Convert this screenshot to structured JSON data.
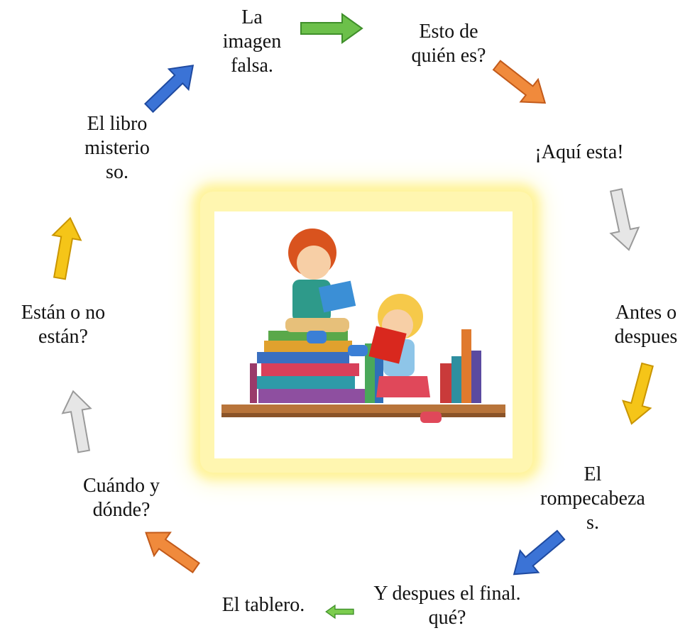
{
  "nodes": [
    {
      "id": "la-imagen-falsa",
      "text": "La\nimagen\nfalsa."
    },
    {
      "id": "esto-de-quien-es",
      "text": "Esto de\nquién es?"
    },
    {
      "id": "aqui-esta",
      "text": "¡Aquí esta!"
    },
    {
      "id": "antes-o-despues",
      "text": "Antes o\ndespues"
    },
    {
      "id": "el-rompecabezas",
      "text": "El\nrompecabeza\ns."
    },
    {
      "id": "y-despues-el-final",
      "text": "Y despues el final.\nqué?"
    },
    {
      "id": "el-tablero",
      "text": "El tablero."
    },
    {
      "id": "cuando-y-donde",
      "text": "Cuándo y\ndónde?"
    },
    {
      "id": "estan-o-no-estan",
      "text": "Están o no\nestán?"
    },
    {
      "id": "el-libro-misterioso",
      "text": "El libro\nmisterio\nso."
    }
  ],
  "arrows": [
    {
      "id": "green-top",
      "color": "#6cc04a",
      "dark": "#3f8f2a"
    },
    {
      "id": "orange-upper-right",
      "color": "#f08a3c",
      "dark": "#c25a1a"
    },
    {
      "id": "gray-right",
      "color": "#e6e6e6",
      "dark": "#9a9a9a"
    },
    {
      "id": "yellow-right",
      "color": "#f5c518",
      "dark": "#c99500"
    },
    {
      "id": "blue-lower-right",
      "color": "#3b73d6",
      "dark": "#1f4aa0"
    },
    {
      "id": "green-bottom",
      "color": "#7ccd4e",
      "dark": "#3f8f2a"
    },
    {
      "id": "orange-lower-left",
      "color": "#f08a3c",
      "dark": "#c25a1a"
    },
    {
      "id": "gray-left",
      "color": "#e6e6e6",
      "dark": "#9a9a9a"
    },
    {
      "id": "yellow-left",
      "color": "#f5c518",
      "dark": "#c99500"
    },
    {
      "id": "blue-upper-left",
      "color": "#3b73d6",
      "dark": "#1f4aa0"
    }
  ],
  "center_image": {
    "description_icon": "children-reading-books-illustration"
  }
}
